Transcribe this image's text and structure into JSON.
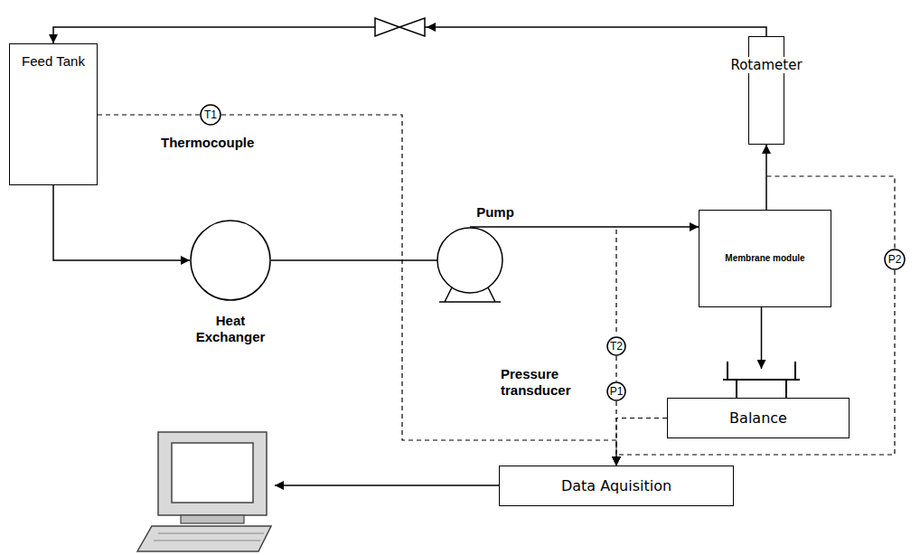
{
  "diagram": {
    "nodes": [
      {
        "text": [
          "Feed Tank"
        ]
      },
      {
        "text": [
          "T1"
        ]
      },
      {
        "text": [
          "Rotameter"
        ]
      },
      {
        "text": [
          "Pump"
        ]
      },
      {
        "text": [
          "Membrane module"
        ]
      },
      {
        "text": [
          "Heat Exchanger"
        ]
      },
      {
        "text": [
          "P2"
        ]
      },
      {
        "text": [
          "T2"
        ]
      },
      {
        "text": [
          "P1"
        ]
      },
      {
        "text": [
          "Balance"
        ]
      },
      {
        "text": [
          "Data Aquisition"
        ]
      }
    ],
    "edges": [
      {
        "from": 2,
        "to": 0,
        "arrow": "to"
      },
      {
        "from": 0,
        "to": 5,
        "arrow": "to"
      },
      {
        "from": 5,
        "to": 3,
        "arrow": "to"
      },
      {
        "from": 3,
        "to": 4,
        "arrow": "to"
      },
      {
        "from": 4,
        "to": 2,
        "arrow": "to"
      },
      {
        "from": 4,
        "to": 9,
        "arrow": "to"
      },
      {
        "from": 0,
        "to": 1,
        "arrow": "none"
      },
      {
        "from": 1,
        "to": 10,
        "arrow": "to"
      },
      {
        "from": 7,
        "to": 8,
        "arrow": "none"
      },
      {
        "from": 8,
        "to": 10,
        "arrow": "to"
      },
      {
        "from": 9,
        "to": 10,
        "arrow": "to"
      },
      {
        "from": 4,
        "to": 6,
        "arrow": "none"
      },
      {
        "from": 6,
        "to": 10,
        "arrow": "to"
      }
    ],
    "labels": [
      "Thermocouple",
      "Pressure transducer"
    ]
  }
}
